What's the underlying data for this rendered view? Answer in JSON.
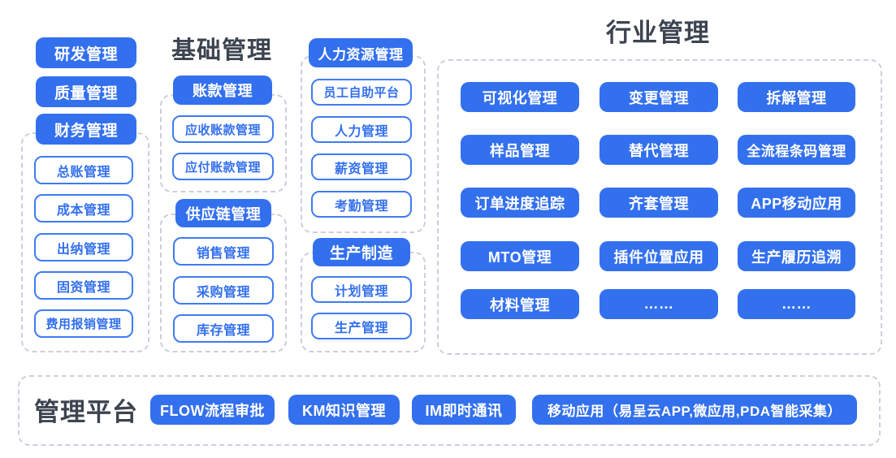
{
  "accent": "#3370ee",
  "outline_blue": "#3f7bf3",
  "dash_gray": "#c9d0da",
  "title_color": "#3d4450",
  "left_column": {
    "standalone": [
      "研发管理",
      "质量管理"
    ],
    "finance": {
      "title": "财务管理",
      "items": [
        "总账管理",
        "成本管理",
        "出纳管理",
        "固资管理",
        "费用报销管理"
      ]
    }
  },
  "base_column": {
    "title": "基础管理",
    "accounts": {
      "title": "账款管理",
      "items": [
        "应收账款管理",
        "应付账款管理"
      ]
    },
    "supply": {
      "title": "供应链管理",
      "items": [
        "销售管理",
        "采购管理",
        "库存管理"
      ]
    }
  },
  "hr_column": {
    "hr": {
      "title": "人力资源管理",
      "items": [
        "员工自助平台",
        "人力管理",
        "薪资管理",
        "考勤管理"
      ]
    },
    "production": {
      "title": "生产制造",
      "items": [
        "计划管理",
        "生产管理"
      ]
    }
  },
  "industry": {
    "title": "行业管理",
    "items": [
      "可视化管理",
      "变更管理",
      "拆解管理",
      "样品管理",
      "替代管理",
      "全流程条码管理",
      "订单进度追踪",
      "齐套管理",
      "APP移动应用",
      "MTO管理",
      "插件位置应用",
      "生产履历追溯",
      "材料管理",
      "……",
      "……"
    ]
  },
  "platform": {
    "title": "管理平台",
    "items": [
      "FLOW流程审批",
      "KM知识管理",
      "IM即时通讯",
      "移动应用（易呈云APP,微应用,PDA智能采集）"
    ]
  }
}
